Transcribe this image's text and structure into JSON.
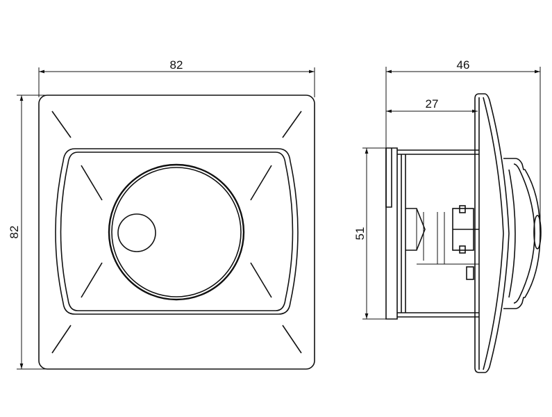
{
  "dimensions": {
    "front_width": "82",
    "front_height": "82",
    "side_depth_total": "46",
    "side_depth_box": "27",
    "side_box_height": "51"
  }
}
